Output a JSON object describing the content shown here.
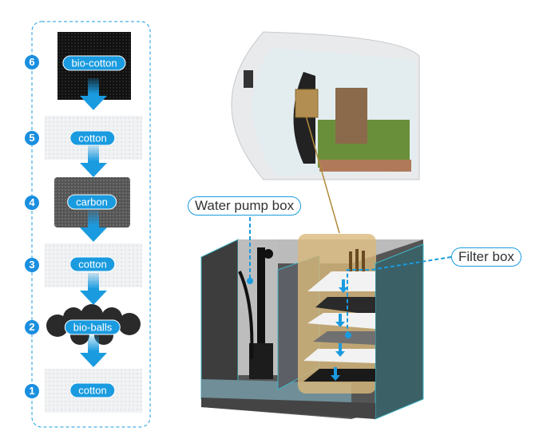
{
  "filter_stack": {
    "layers": [
      {
        "number": "6",
        "label": "bio-cotton"
      },
      {
        "number": "5",
        "label": "cotton"
      },
      {
        "number": "4",
        "label": "carbon"
      },
      {
        "number": "3",
        "label": "cotton"
      },
      {
        "number": "2",
        "label": "bio-balls"
      },
      {
        "number": "1",
        "label": "cotton"
      }
    ]
  },
  "callouts": {
    "water_pump": "Water pump box",
    "filter": "Filter box"
  },
  "colors": {
    "accent": "#1a9be0",
    "tank_edge": "#3fb6c4",
    "filter_highlight": "#d9b97a"
  }
}
